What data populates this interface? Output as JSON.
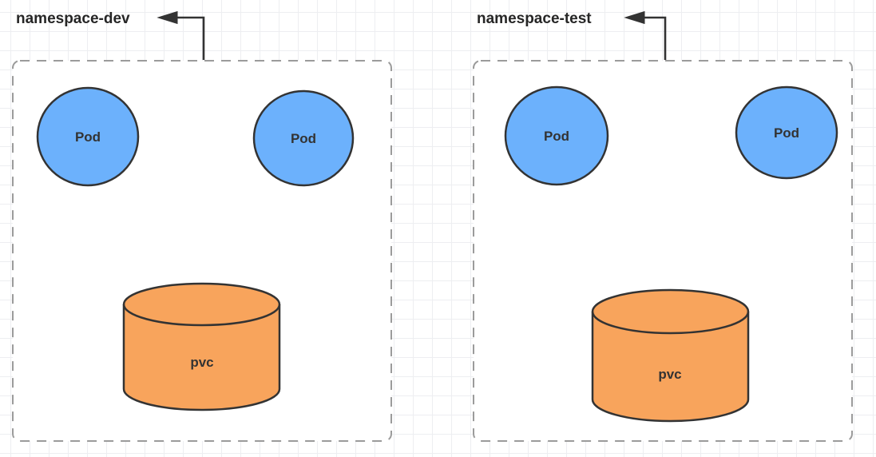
{
  "canvas": {
    "background_color": "#ffffff",
    "grid_color": "#edeef1",
    "grid_size": 24
  },
  "colors": {
    "pod_fill": "#6CB1FC",
    "pvc_fill": "#F8A45C",
    "shape_stroke": "#333333",
    "boundary_stroke": "#9b9b9b",
    "arrow_color": "#333333",
    "label_color": "#262626"
  },
  "namespaces": [
    {
      "label": "namespace-dev",
      "pods": [
        {
          "label": "Pod"
        },
        {
          "label": "Pod"
        }
      ],
      "pvc": {
        "label": "pvc"
      }
    },
    {
      "label": "namespace-test",
      "pods": [
        {
          "label": "Pod"
        },
        {
          "label": "Pod"
        }
      ],
      "pvc": {
        "label": "pvc"
      }
    }
  ]
}
